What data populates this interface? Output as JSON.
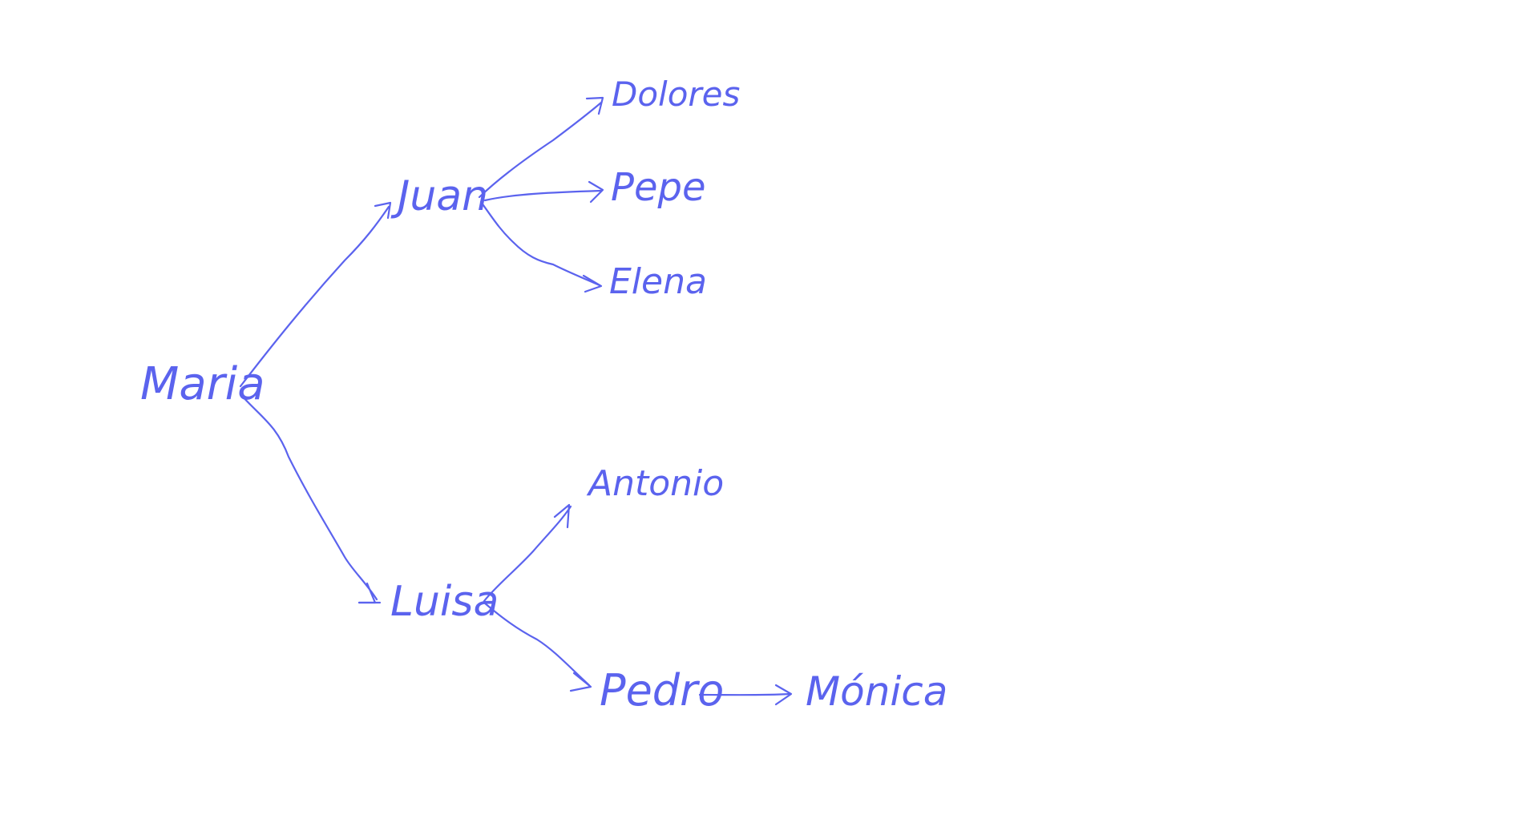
{
  "diagram": {
    "ink_color": "#5b63ee",
    "background": "#ffffff",
    "nodes": {
      "maria": "Maria",
      "juan": "Juan",
      "luisa": "Luisa",
      "dolores": "Dolores",
      "pepe": "Pepe",
      "elena": "Elena",
      "antonio": "Antonio",
      "pedro": "Pedro",
      "monica": "Mónica"
    },
    "edges": [
      {
        "from": "Maria",
        "to": "Juan"
      },
      {
        "from": "Maria",
        "to": "Luisa"
      },
      {
        "from": "Juan",
        "to": "Dolores"
      },
      {
        "from": "Juan",
        "to": "Pepe"
      },
      {
        "from": "Juan",
        "to": "Elena"
      },
      {
        "from": "Luisa",
        "to": "Antonio"
      },
      {
        "from": "Luisa",
        "to": "Pedro"
      },
      {
        "from": "Pedro",
        "to": "Mónica"
      }
    ]
  }
}
